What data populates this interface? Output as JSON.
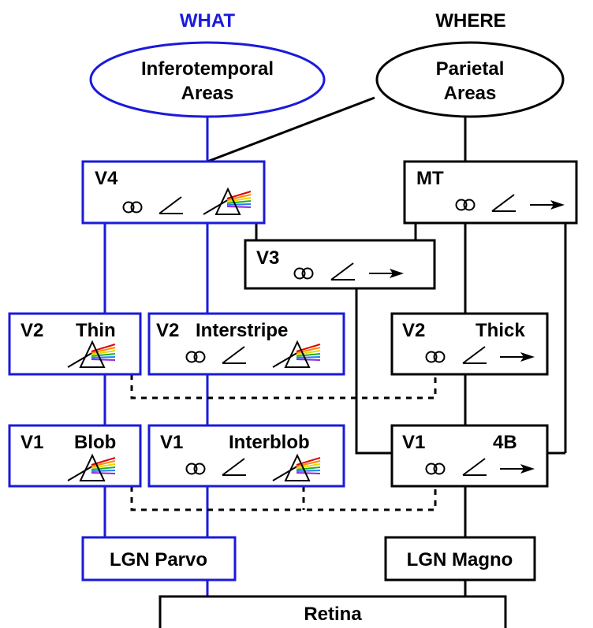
{
  "headings": {
    "what": "WHAT",
    "where": "WHERE"
  },
  "colors": {
    "what_stream": "#1a1adb",
    "where_stream": "#000000"
  },
  "areas": {
    "inferotemporal": [
      "Inferotemporal",
      "Areas"
    ],
    "parietal": [
      "Parietal",
      "Areas"
    ]
  },
  "boxes": {
    "v4": "V4",
    "mt": "MT",
    "v3": "V3",
    "v2_thin": [
      "V2",
      "Thin"
    ],
    "v2_interstripe": [
      "V2",
      "Interstripe"
    ],
    "v2_thick": [
      "V2",
      "Thick"
    ],
    "v1_blob": [
      "V1",
      "Blob"
    ],
    "v1_interblob": [
      "V1",
      "Interblob"
    ],
    "v1_4b": [
      "V1",
      "4B"
    ],
    "lgn_parvo": "LGN Parvo",
    "lgn_magno": "LGN Magno",
    "retina": "Retina"
  },
  "feature_icons": [
    "binocular-disparity-icon",
    "orientation-angle-icon",
    "color-prism-icon",
    "motion-arrow-icon"
  ]
}
